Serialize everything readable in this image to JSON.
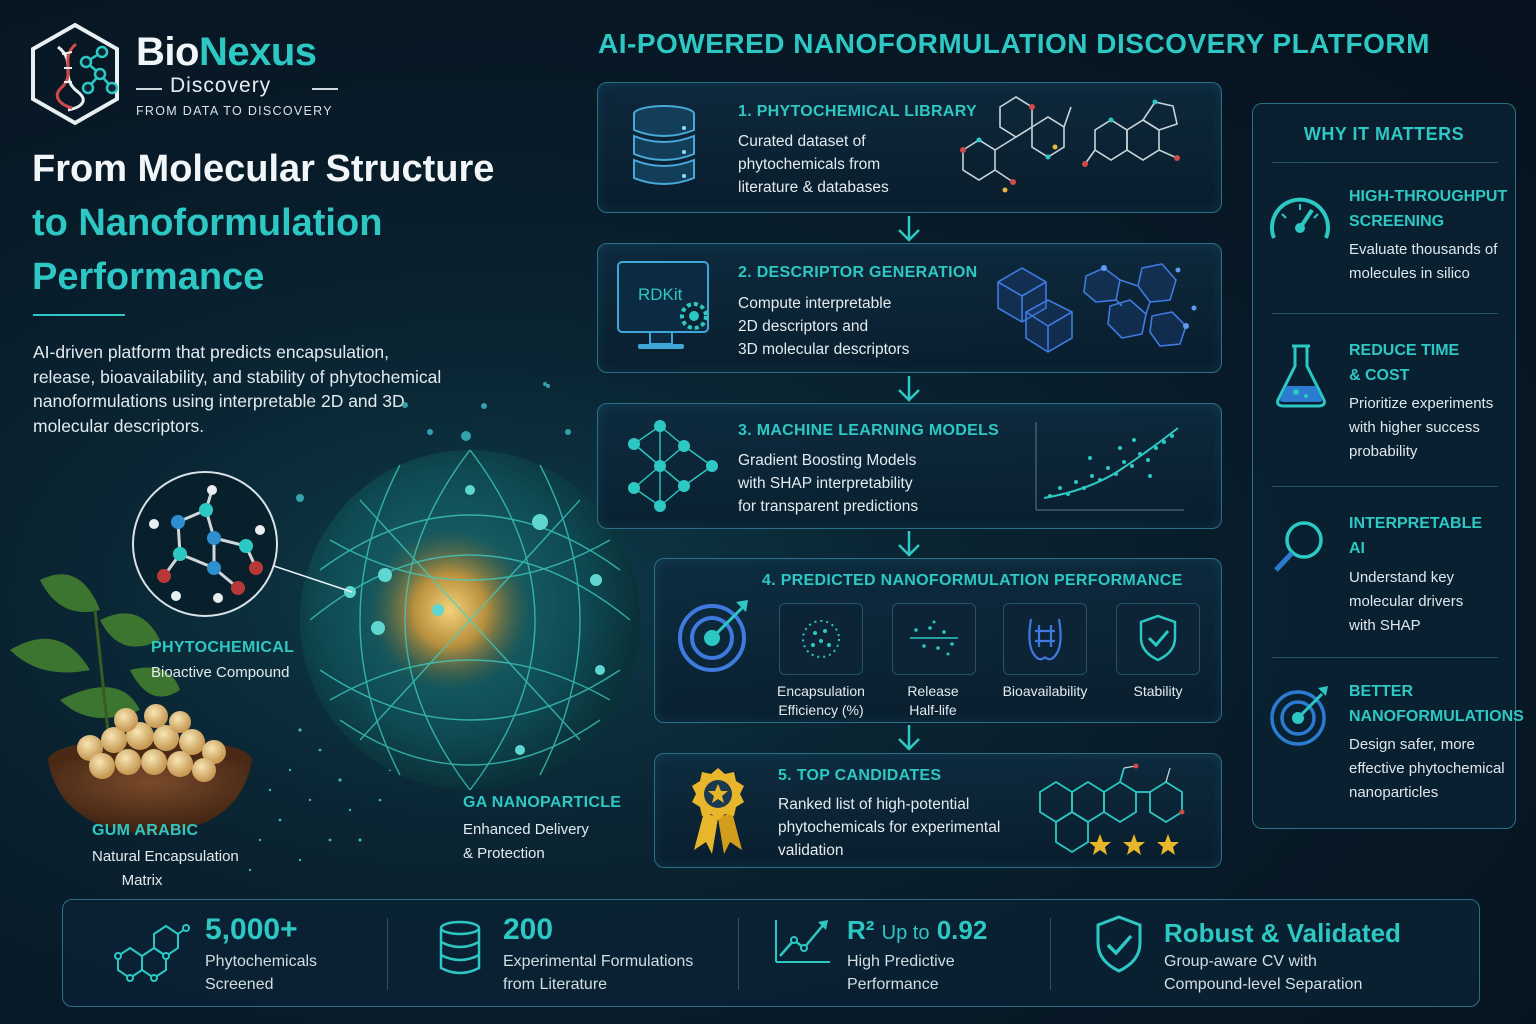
{
  "brand": {
    "name_part1": "Bio",
    "name_part2": "Nexus",
    "sub": "Discovery",
    "tagline": "FROM DATA TO DISCOVERY"
  },
  "hero": {
    "line1": "From Molecular Structure",
    "line2": "to Nanoformulation",
    "line3": "Performance",
    "description": "AI-driven platform that predicts encapsulation, release, bioavailability, and stability of phytochemical nanoformulations using interpretable 2D and 3D molecular descriptors."
  },
  "scene": {
    "phytochemical_title": "PHYTOCHEMICAL",
    "phytochemical_text": "Bioactive Compound",
    "gum_title": "GUM ARABIC",
    "gum_text_1": "Natural Encapsulation",
    "gum_text_2": "Matrix",
    "ga_title": "GA NANOPARTICLE",
    "ga_text_1": "Enhanced Delivery",
    "ga_text_2": "& Protection"
  },
  "platform": {
    "title": "AI-POWERED NANOFORMULATION DISCOVERY PLATFORM",
    "steps": [
      {
        "title": "1. PHYTOCHEMICAL LIBRARY",
        "lines": [
          "Curated dataset of",
          "phytochemicals from",
          "literature & databases"
        ]
      },
      {
        "title": "2. DESCRIPTOR GENERATION",
        "lines": [
          "Compute interpretable",
          "2D descriptors and",
          "3D molecular descriptors"
        ],
        "icon_label": "RDKit"
      },
      {
        "title": "3. MACHINE LEARNING MODELS",
        "lines": [
          "Gradient Boosting Models",
          "with SHAP interpretability",
          "for transparent predictions"
        ]
      },
      {
        "title": "4. PREDICTED NANOFORMULATION PERFORMANCE",
        "metrics": [
          {
            "l1": "Encapsulation",
            "l2": "Efficiency (%)"
          },
          {
            "l1": "Release",
            "l2": "Half-life"
          },
          {
            "l1": "Bioavailability",
            "l2": ""
          },
          {
            "l1": "Stability",
            "l2": ""
          }
        ]
      },
      {
        "title": "5. TOP CANDIDATES",
        "lines": [
          "Ranked list of high-potential",
          "phytochemicals for experimental",
          "validation"
        ]
      }
    ]
  },
  "why": {
    "title": "WHY IT MATTERS",
    "items": [
      {
        "h1": "HIGH-THROUGHPUT",
        "h2": "SCREENING",
        "t": [
          "Evaluate thousands of",
          "molecules in silico"
        ]
      },
      {
        "h1": "REDUCE TIME",
        "h2": "& COST",
        "t": [
          "Prioritize experiments",
          "with higher success",
          "probability"
        ]
      },
      {
        "h1": "INTERPRETABLE",
        "h2": "AI",
        "t": [
          "Understand key",
          "molecular drivers",
          "with SHAP"
        ]
      },
      {
        "h1": "BETTER",
        "h2": "NANOFORMULATIONS",
        "t": [
          "Design safer, more",
          "effective phytochemical",
          "nanoparticles"
        ]
      }
    ]
  },
  "stats": [
    {
      "value": "5,000+",
      "l1": "Phytochemicals",
      "l2": "Screened"
    },
    {
      "value": "200",
      "l1": "Experimental Formulations",
      "l2": "from Literature"
    },
    {
      "value_prefix": "R²",
      "value_mid": "Up to",
      "value": "0.92",
      "l1": "High Predictive",
      "l2": "Performance"
    },
    {
      "value": "Robust & Validated",
      "l1": "Group-aware CV with",
      "l2": "Compound-level Separation"
    }
  ],
  "colors": {
    "accent": "#2ec8c4",
    "panel_border": "#2a6f86",
    "gold": "#e8b62a"
  }
}
